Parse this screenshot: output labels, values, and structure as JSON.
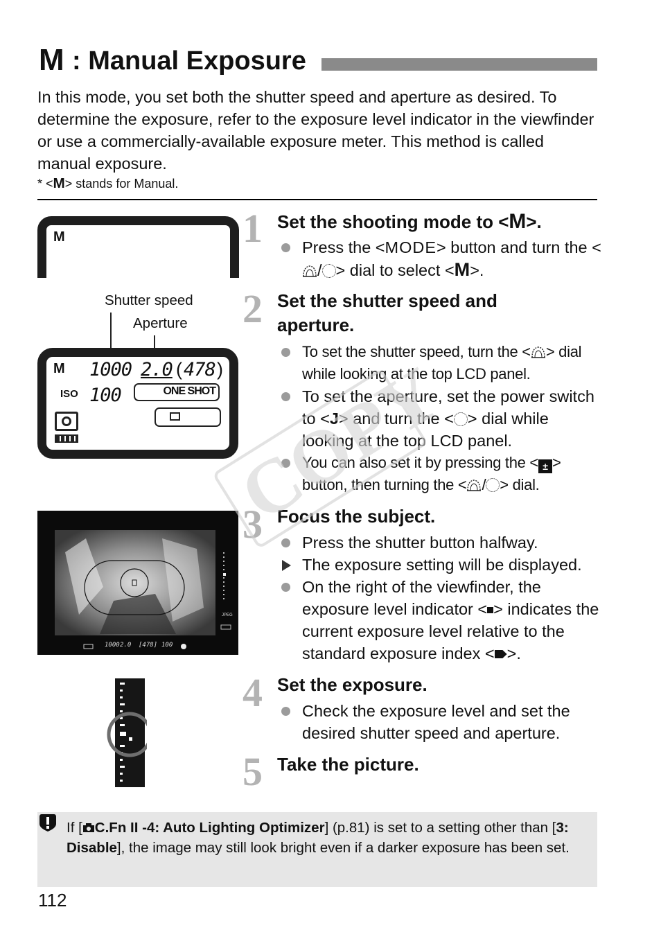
{
  "title": {
    "mode_symbol": "M",
    "text": ": Manual Exposure"
  },
  "intro": "In this mode, you set both the shutter speed and aperture as desired. To determine the exposure, refer to the exposure level indicator in the viewfinder or use a commercially-available exposure meter. This method is called manual exposure.",
  "footnote": {
    "prefix": "* <",
    "symbol": "M",
    "suffix": "> stands for Manual."
  },
  "steps": [
    {
      "num": "1",
      "title_pre": "Set the shooting mode to <",
      "title_sym": "M",
      "title_post": ">.",
      "b1": {
        "a": "Press the <",
        "mode": "MODE",
        "b": "> button and turn the <",
        "c": "/",
        "d": "> dial to select <",
        "sym": "M",
        "e": ">."
      }
    },
    {
      "num": "2",
      "title": "Set the shutter speed and aperture.",
      "b1": {
        "a": "To set the shutter speed, turn the <",
        "b": "> dial while looking at the top LCD panel."
      },
      "b2": {
        "a": "To set the aperture, set the power switch to <",
        "sym": "J",
        "b": "> and turn the <",
        "c": "> dial while looking at the top LCD panel."
      },
      "b3": {
        "a": "You can also set it by pressing the <",
        "b": "> button, then turning the <",
        "c": "/",
        "d": "> dial."
      }
    },
    {
      "num": "3",
      "title": "Focus the subject.",
      "b1": "Press the shutter button halfway.",
      "b2": "The exposure setting will be displayed.",
      "b3": {
        "a": "On the right of the viewfinder, the exposure level indicator <",
        "b": "> indicates the current exposure level relative to the standard exposure index <",
        "c": ">."
      }
    },
    {
      "num": "4",
      "title": "Set the exposure.",
      "b1": "Check the exposure level and set the desired shutter speed and aperture."
    },
    {
      "num": "5",
      "title": "Take the picture."
    }
  ],
  "lcd_top": {
    "mode": "M"
  },
  "lcd_labels": {
    "shutter": "Shutter speed",
    "aperture": "Aperture"
  },
  "lcd": {
    "mode": "M",
    "shutter": "1000",
    "aperture": "2.0",
    "shots": "478",
    "iso_label": "ISO",
    "iso": "100",
    "af": "ONE SHOT"
  },
  "viewfinder": {
    "shutter": "1000",
    "aperture": "2.0",
    "shots": "[478]",
    "iso": "100",
    "jpeg": "JPEG"
  },
  "warning": {
    "a": "If [",
    "cfn": "C.Fn II -4: Auto Lighting Optimizer",
    "b": "] (p.81) is set to a setting other than [",
    "disable": "3: Disable",
    "c": "], the image may still look bright even if a darker exposure has been set."
  },
  "watermark": "COPY",
  "page_number": "112",
  "colors": {
    "title_bar": "#8a8a8a",
    "step_number": "#b3b3b3",
    "warning_bg": "#e6e6e6",
    "bullet": "#9b9b9b"
  }
}
